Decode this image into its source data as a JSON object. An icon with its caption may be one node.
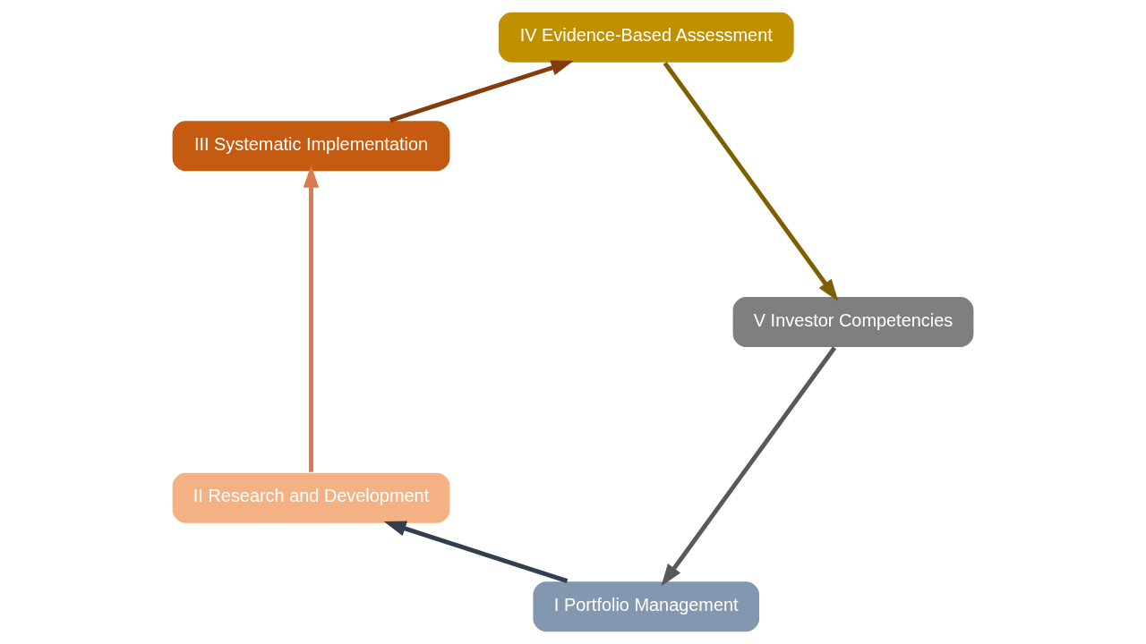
{
  "diagram": {
    "nodes": [
      {
        "text": [
          "I Portfolio Management"
        ]
      },
      {
        "text": [
          "II Research and Development"
        ]
      },
      {
        "text": [
          "III Systematic Implementation"
        ]
      },
      {
        "text": [
          "IV Evidence-Based Assessment"
        ]
      },
      {
        "text": [
          "V Investor Competencies"
        ]
      }
    ],
    "edges": [
      {
        "from": 0,
        "to": 1,
        "arrow": "to",
        "color": "#323f4f"
      },
      {
        "from": 1,
        "to": 2,
        "arrow": "to",
        "color": "#d77b51"
      },
      {
        "from": 2,
        "to": 3,
        "arrow": "to",
        "color": "#843c0c"
      },
      {
        "from": 3,
        "to": 4,
        "arrow": "to",
        "color": "#7f6000"
      },
      {
        "from": 4,
        "to": 0,
        "arrow": "to",
        "color": "#595959"
      }
    ]
  }
}
